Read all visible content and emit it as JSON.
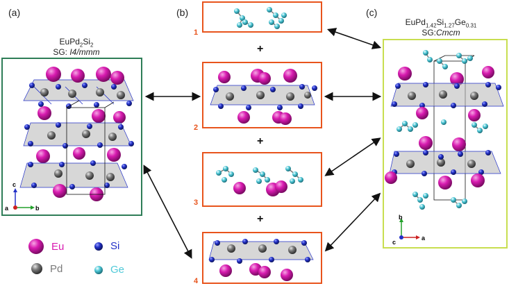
{
  "panels": {
    "a": {
      "label": "(a)",
      "formula_main": "EuPd",
      "formula_sub1": "2",
      "formula_mid": "Si",
      "formula_sub2": "2",
      "sg_prefix": "SG: ",
      "sg_value": "I4/mmm",
      "frame_color": "#2e7d57"
    },
    "b": {
      "label": "(b)",
      "frame_color": "#e8541c",
      "numbers": [
        "1",
        "2",
        "3",
        "4"
      ],
      "plus": "+"
    },
    "c": {
      "label": "(c)",
      "formula_eu": "EuPd",
      "sub_pd": "1.42",
      "formula_si": "Si",
      "sub_si": "1.27",
      "formula_ge": "Ge",
      "sub_ge": "0.31",
      "sg_prefix": "SG:",
      "sg_value": "Cmcm",
      "frame_color": "#c8de50"
    }
  },
  "axes_a": {
    "c": "c",
    "b": "b",
    "a": "a"
  },
  "axes_c": {
    "b": "b",
    "a": "a",
    "c": "c"
  },
  "legend": [
    {
      "label": "Eu",
      "color": "#d81bb0"
    },
    {
      "label": "Si",
      "color": "#2230c8"
    },
    {
      "label": "Pd",
      "color": "#7a7a7a"
    },
    {
      "label": "Ge",
      "color": "#4fc9d8"
    }
  ]
}
